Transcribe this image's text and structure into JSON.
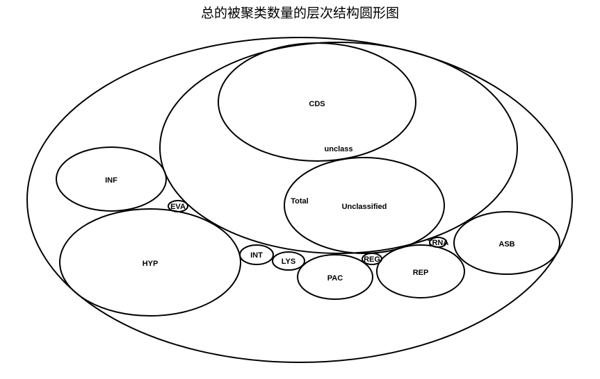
{
  "title": "总的被聚类数量的层次结构圆形图",
  "nodes": {
    "total": "Total",
    "unclass": "unclass",
    "cds": "CDS",
    "unclassified": "Unclassified",
    "inf": "INF",
    "eva": "EVA",
    "hyp": "HYP",
    "int": "INT",
    "lys": "LYS",
    "pac": "PAC",
    "reg": "REG",
    "rep": "REP",
    "trna": "TRNA",
    "asb": "ASB"
  }
}
